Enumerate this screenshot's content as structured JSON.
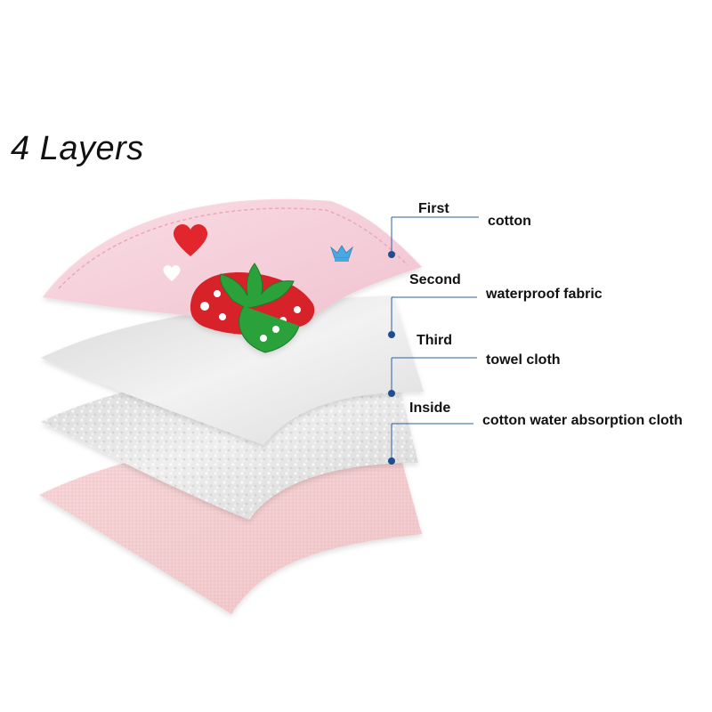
{
  "title": "4 Layers",
  "colors": {
    "cotton_layer": "#f6d3dc",
    "waterproof_layer": "#e9e9e9",
    "towel_layer": "#e4e4e4",
    "absorption_layer": "#f4cfd1",
    "leader_line": "#2f5f9f",
    "leader_dot": "#1f4d8f",
    "text": "#111111"
  },
  "layers": [
    {
      "name": "First",
      "description": "cotton"
    },
    {
      "name": "Second",
      "description": "waterproof fabric"
    },
    {
      "name": "Third",
      "description": "towel cloth"
    },
    {
      "name": "Inside",
      "description": "cotton water absorption cloth"
    }
  ],
  "print_motifs": [
    "heart-icon",
    "strawberry-icon",
    "crown-icon"
  ]
}
